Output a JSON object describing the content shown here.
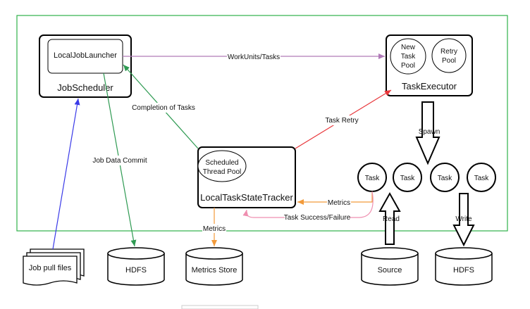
{
  "components": {
    "job_scheduler": "JobScheduler",
    "local_job_launcher": "LocalJobLauncher",
    "task_executor": "TaskExecutor",
    "new_task_pool": [
      "New",
      "Task",
      "Pool"
    ],
    "retry_pool": [
      "Retry",
      "Pool"
    ],
    "local_task_state_tracker": "LocalTaskStateTracker",
    "scheduled_thread_pool": [
      "Scheduled",
      "Thread Pool"
    ],
    "tasks": [
      "Task",
      "Task",
      "Task",
      "Task"
    ]
  },
  "stores": {
    "job_pull_files": "Job pull files",
    "hdfs_left": "HDFS",
    "metrics_store": "Metrics Store",
    "source": "Source",
    "hdfs_right": "HDFS"
  },
  "edges": {
    "workunits_tasks": "WorkUnits/Tasks",
    "completion_of_tasks": "Completion of Tasks",
    "job_data_commit": "Job Data Commit",
    "task_retry": "Task Retry",
    "spawn": "Spawn",
    "metrics_tracker": "Metrics",
    "task_success_failure": "Task Success/Failure",
    "metrics_store": "Metrics",
    "read": "Read",
    "write": "Write"
  },
  "colors": {
    "frame": "#2fb24a",
    "workunits": "#b07ab8",
    "completion": "#2e9a52",
    "job_pull": "#3a3ae8",
    "task_retry": "#e8363a",
    "metrics": "#f29a3a",
    "success_failure": "#ef8fb0"
  }
}
